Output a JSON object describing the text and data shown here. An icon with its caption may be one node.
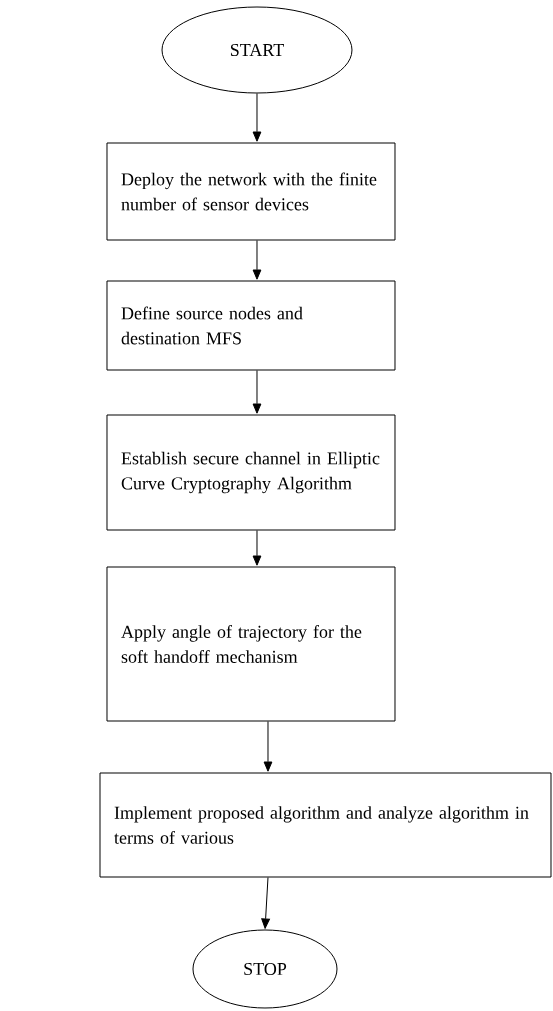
{
  "diagram": {
    "nodes": [
      {
        "text": [
          "START"
        ]
      },
      {
        "text": [
          "Deploy the network with the finite number of sensor devices"
        ]
      },
      {
        "text": [
          "Define source nodes and destination MFS"
        ]
      },
      {
        "text": [
          "Establish secure channel in Elliptic Curve Cryptography Algorithm"
        ]
      },
      {
        "text": [
          "Apply angle of trajectory for the soft handoff mechanism"
        ]
      },
      {
        "text": [
          "Implement proposed algorithm and analyze algorithm in terms of various"
        ]
      },
      {
        "text": [
          "STOP"
        ]
      }
    ],
    "edges": [
      {
        "from": 0,
        "to": 1,
        "arrow": "to"
      },
      {
        "from": 1,
        "to": 2,
        "arrow": "to"
      },
      {
        "from": 2,
        "to": 3,
        "arrow": "to"
      },
      {
        "from": 3,
        "to": 4,
        "arrow": "to"
      },
      {
        "from": 4,
        "to": 5,
        "arrow": "to"
      },
      {
        "from": 5,
        "to": 6,
        "arrow": "to"
      }
    ]
  }
}
